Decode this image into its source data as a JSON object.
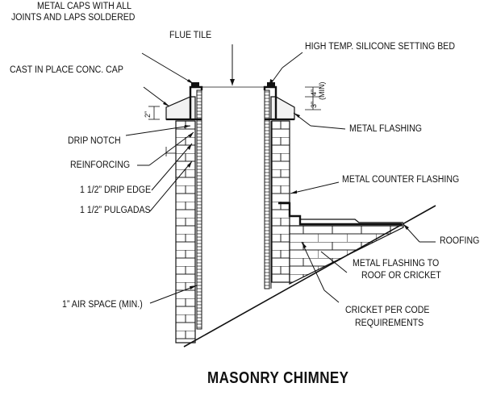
{
  "title": "MASONRY CHIMNEY",
  "labels": {
    "metal_caps_1": "METAL CAPS WITH ALL",
    "metal_caps_2": "JOINTS AND LAPS SOLDERED",
    "flue_tile": "FLUE TILE",
    "high_temp": "HIGH TEMP. SILICONE SETTING BED",
    "cast_cap": "CAST IN PLACE CONC. CAP",
    "drip_notch": "DRIP NOTCH",
    "metal_flashing": "METAL FLASHING",
    "reinforcing": "REINFORCING",
    "metal_counter_flashing": "METAL COUNTER FLASHING",
    "drip_edge": "1 1/2” DRIP EDGE",
    "pulgadas": "1 1/2” PULGADAS",
    "roofing": "ROOFING",
    "roof_flash_1": "METAL FLASHING TO",
    "roof_flash_2": "ROOF OR CRICKET",
    "air_space": "1” AIR SPACE (MIN.)",
    "cricket_1": "CRICKET PER CODE",
    "cricket_2": "REQUIREMENTS"
  },
  "dims": {
    "four_in": "4”",
    "min": "(MIN)",
    "three_in": "3”",
    "two_in": "2”"
  },
  "colors": {
    "ink": "#111111",
    "paper": "#ffffff"
  }
}
